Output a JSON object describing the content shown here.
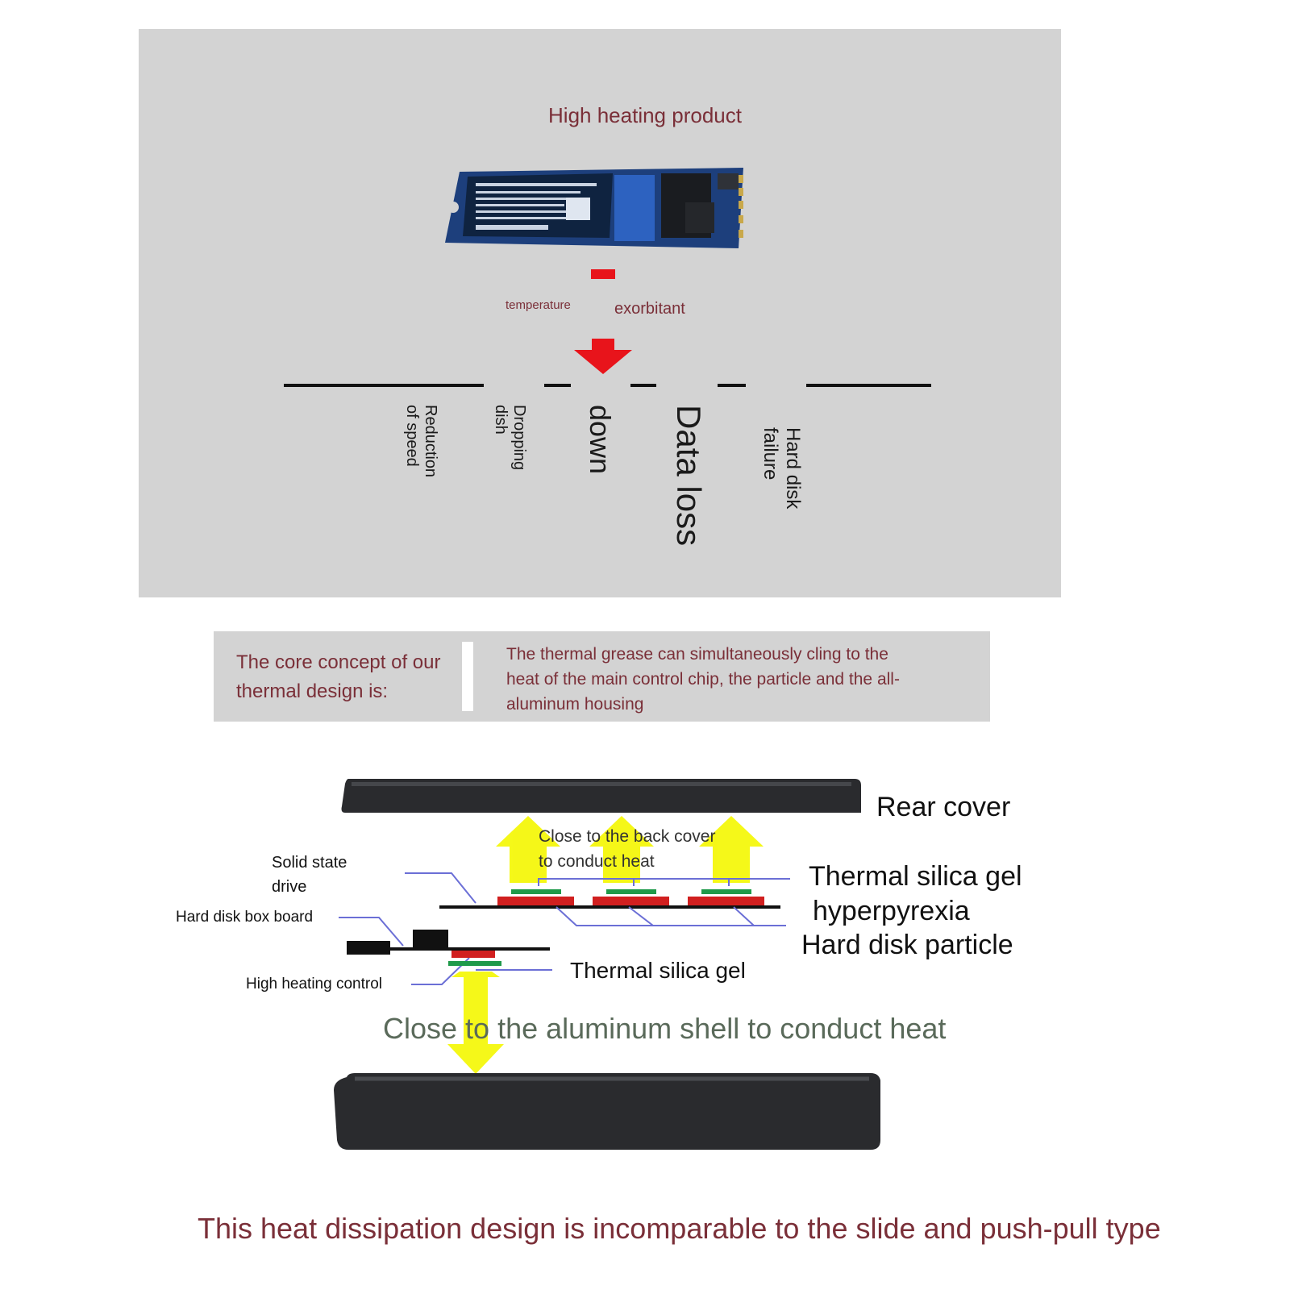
{
  "top_section": {
    "heading": "High heating product",
    "temperature_label": "temperature",
    "exorbitant_label": "exorbitant",
    "consequences": [
      "Reduction of speed",
      "Dropping dish",
      "down",
      "Data loss",
      "Hard disk failure"
    ]
  },
  "core_concept": {
    "left_text": "The core concept of our thermal design is:",
    "right_text": "The thermal grease can simultaneously cling to the heat of the main control chip, the particle and the all-aluminum housing"
  },
  "diagram": {
    "rear_cover": "Rear cover",
    "back_cover_note": "Close to the back cover to conduct heat",
    "solid_state_drive": "Solid state drive",
    "hard_disk_box_board": "Hard disk box board",
    "high_heating_control": "High heating control",
    "thermal_silica_gel_top": "Thermal silica gel",
    "hyperpyrexia": "hyperpyrexia",
    "hard_disk_particle": "Hard disk particle",
    "thermal_silica_gel_bottom": "Thermal silica gel",
    "aluminum_shell_caption": "Close to the aluminum shell to conduct heat"
  },
  "footer": "This heat dissipation design is incomparable to the slide and push-pull type",
  "colors": {
    "panel_gray": "#d3d3d3",
    "maroon_text": "#7a2f38",
    "red_arrow": "#e8141b",
    "yellow_arrow": "#f4f700",
    "chip_red": "#d11f1f",
    "gel_green": "#1f9a4a",
    "ssd_blue": "#1f4f9a",
    "shell_black": "#2a2b2e"
  }
}
